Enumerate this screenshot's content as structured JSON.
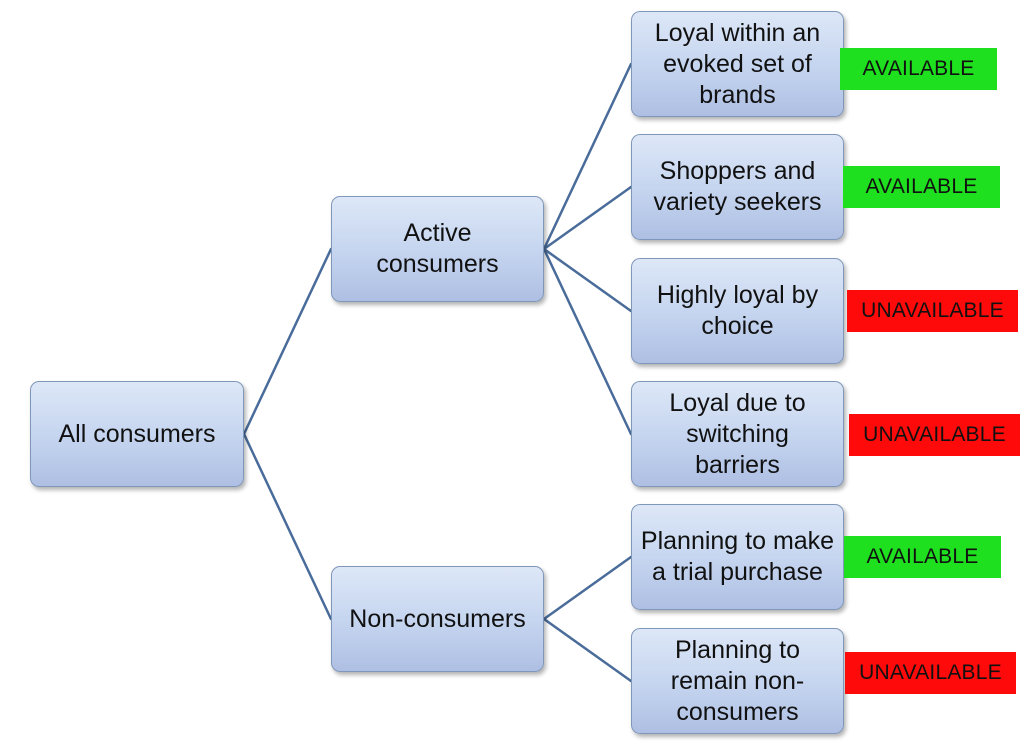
{
  "colors": {
    "node_fill": "#c4d4ef",
    "node_border": "#7f97b8",
    "connector": "#4a6c9a",
    "available": "#1ee01e",
    "unavailable": "#ff0a0a"
  },
  "tree": {
    "root": "All consumers",
    "branches": [
      {
        "label": "Active consumers",
        "leaves": [
          {
            "label": "Loyal within an evoked set of brands",
            "status": "AVAILABLE"
          },
          {
            "label": "Shoppers and variety seekers",
            "status": "AVAILABLE"
          },
          {
            "label": "Highly loyal by choice",
            "status": "UNAVAILABLE"
          },
          {
            "label": "Loyal due to switching barriers",
            "status": "UNAVAILABLE"
          }
        ]
      },
      {
        "label": "Non-consumers",
        "leaves": [
          {
            "label": "Planning to make a trial purchase",
            "status": "AVAILABLE"
          },
          {
            "label": "Planning to remain non-consumers",
            "status": "UNAVAILABLE"
          }
        ]
      }
    ]
  }
}
